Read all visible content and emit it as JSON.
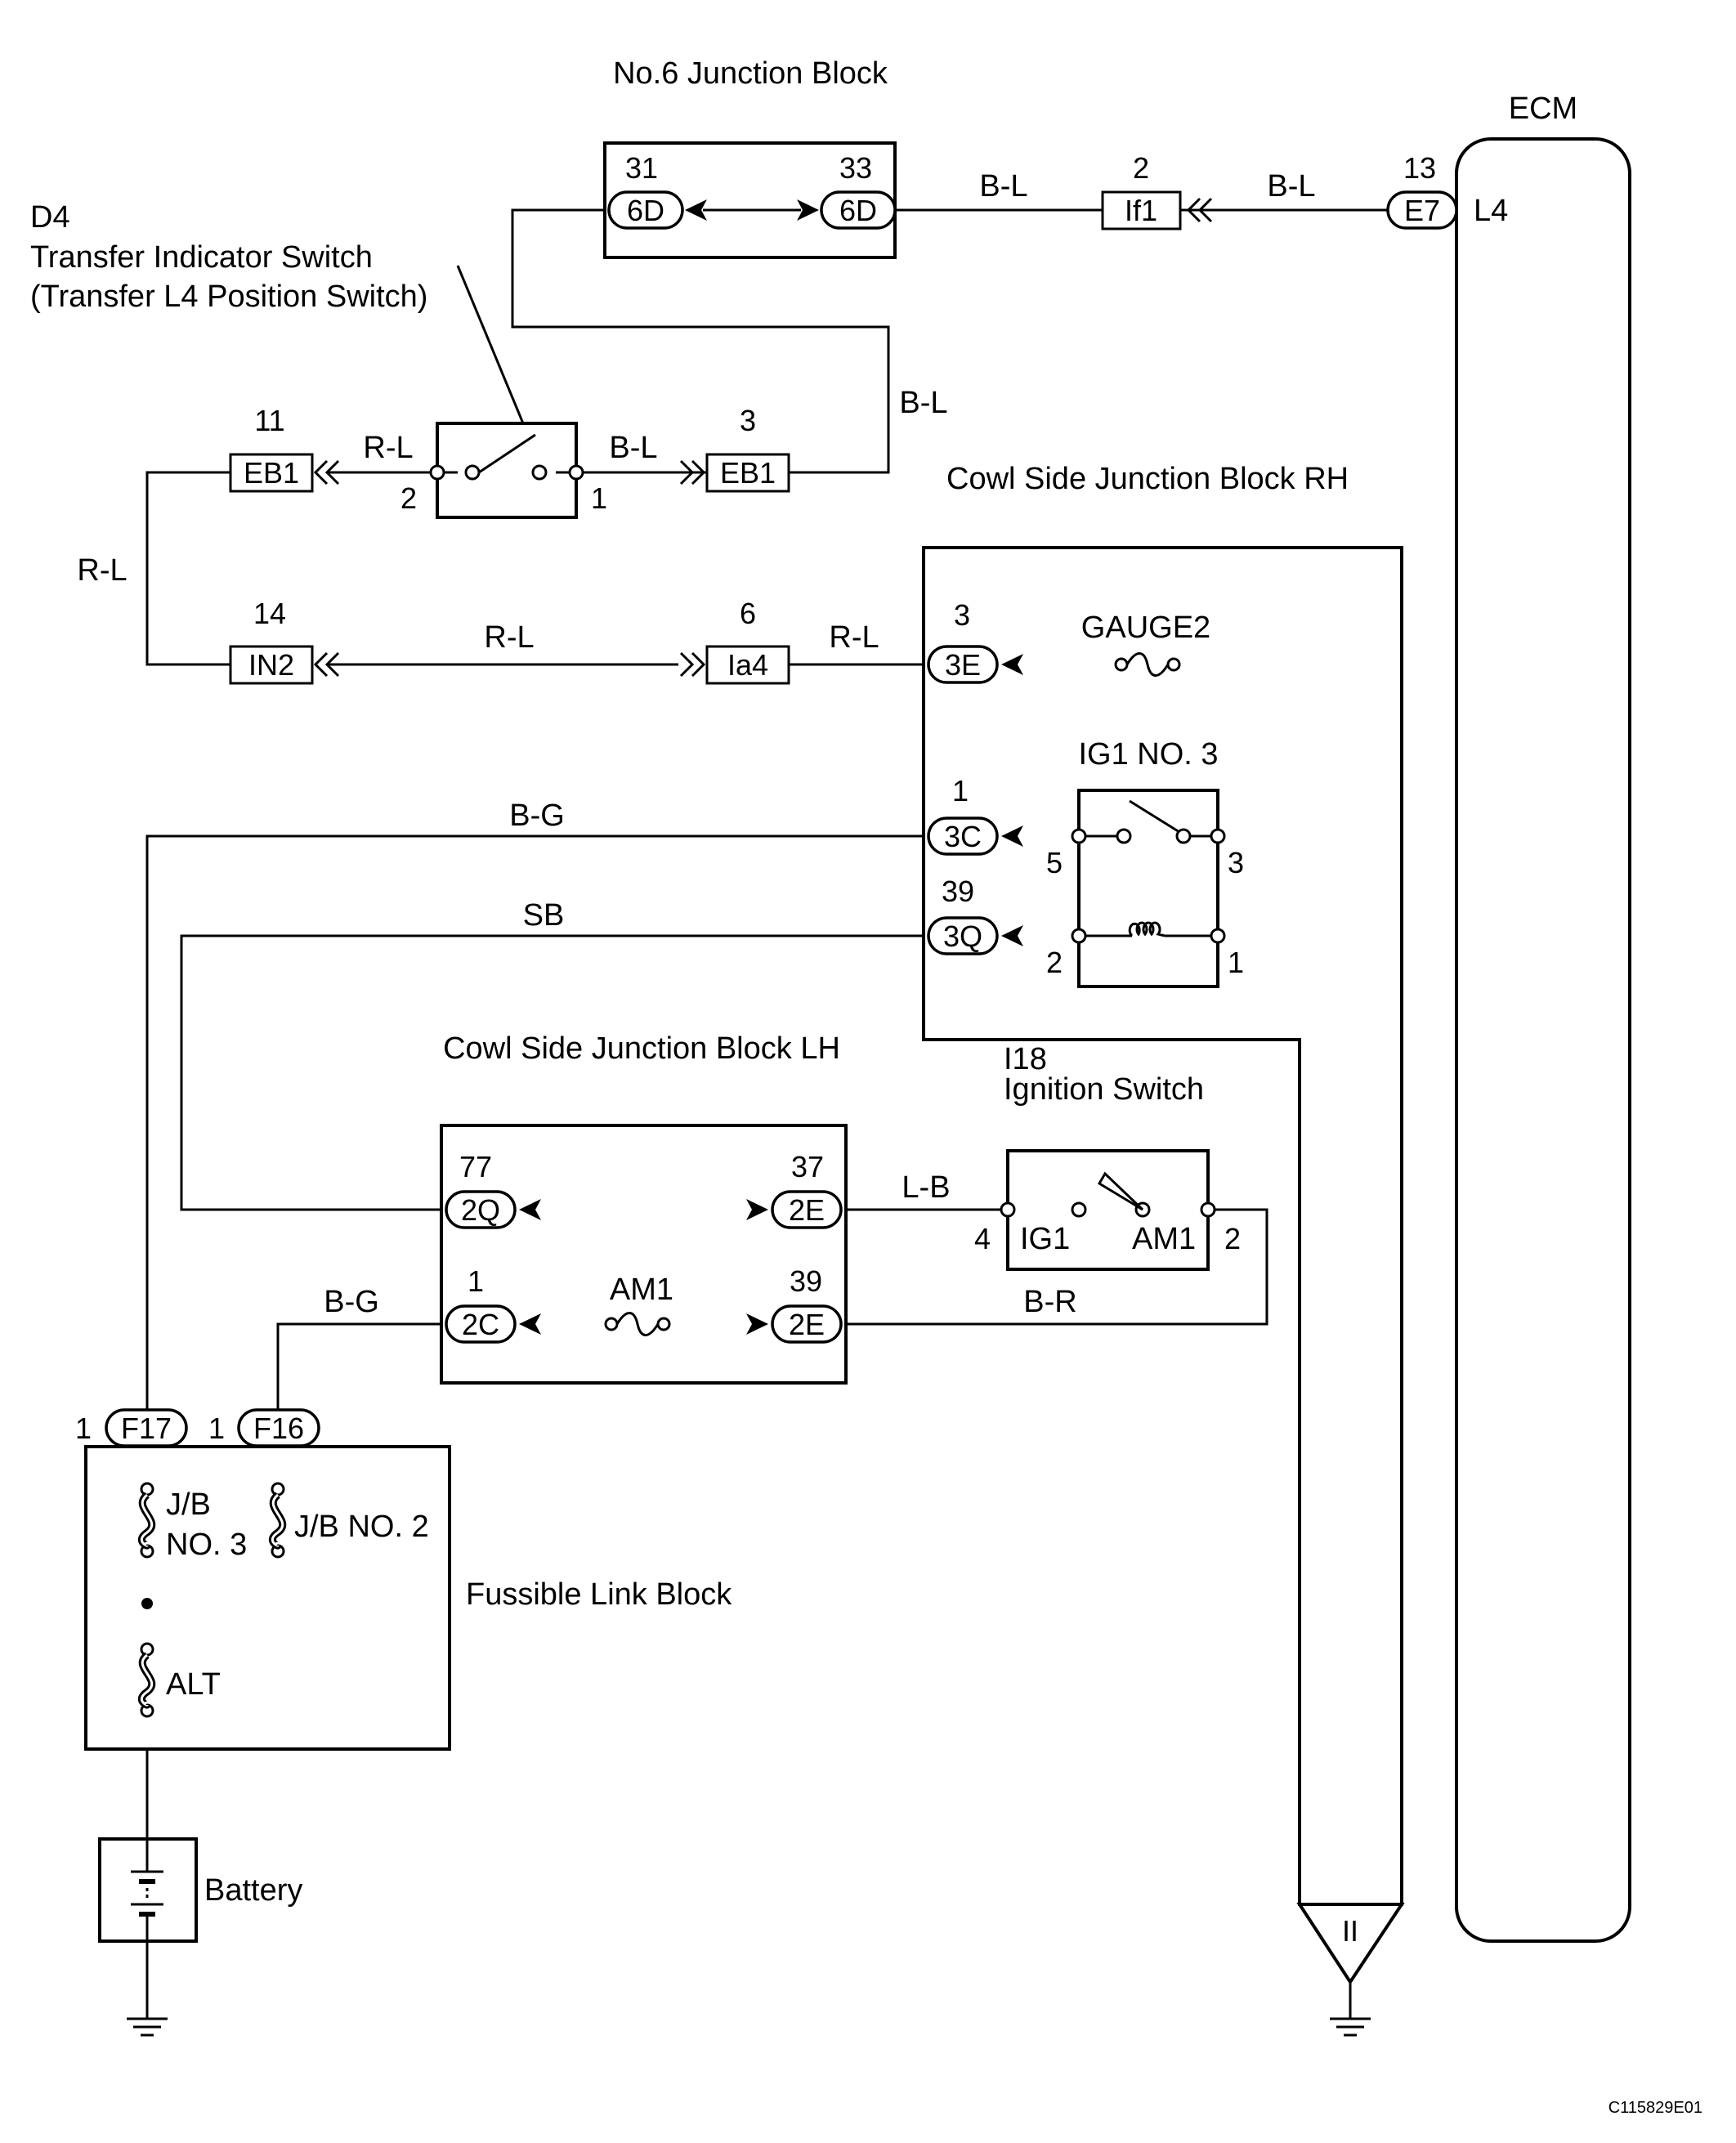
{
  "components": {
    "jb6_title": "No.6 Junction Block",
    "ecm_title": "ECM",
    "ecm_pin": "L4",
    "d4_id": "D4",
    "d4_name": "Transfer Indicator Switch",
    "d4_sub": "(Transfer L4 Position Switch)",
    "cowl_rh": "Cowl Side Junction Block RH",
    "cowl_lh": "Cowl Side Junction Block LH",
    "i18_id": "I18",
    "i18_name": "Ignition Switch",
    "fuse_block": "Fussible Link Block",
    "battery": "Battery",
    "gauge2": "GAUGE2",
    "ig1no3": "IG1 NO. 3",
    "am1_fuse": "AM1",
    "jb3_a": "J/B",
    "jb3_b": "NO. 3",
    "jb2": "J/B NO. 2",
    "alt": "ALT",
    "sw_ig1": "IG1",
    "sw_am1": "AM1",
    "ground_code": "II"
  },
  "connectors": {
    "c6d_a": "6D",
    "c6d_b": "6D",
    "if1": "If1",
    "e7": "E7",
    "eb1_a": "EB1",
    "eb1_b": "EB1",
    "in2": "IN2",
    "ia4": "Ia4",
    "c3e": "3E",
    "c3c": "3C",
    "c3q": "3Q",
    "c2q": "2Q",
    "c2e_a": "2E",
    "c2c": "2C",
    "c2e_b": "2E",
    "f17": "F17",
    "f16": "F16"
  },
  "pins": {
    "p31": "31",
    "p33": "33",
    "p2_if1": "2",
    "p13": "13",
    "p11": "11",
    "p3_eb1": "3",
    "p14": "14",
    "p6": "6",
    "p3_3e": "3",
    "p1_3c": "1",
    "p39_3q": "39",
    "sw_2": "2",
    "sw_1": "1",
    "relay_5": "5",
    "relay_3": "3",
    "relay_2": "2",
    "relay_1": "1",
    "p77": "77",
    "p37": "37",
    "p1_2c": "1",
    "p39_2e": "39",
    "ign_4": "4",
    "ign_2": "2",
    "f17_pin": "1",
    "f16_pin": "1"
  },
  "wires": {
    "w_bl1": "B-L",
    "w_bl2": "B-L",
    "w_bl3": "B-L",
    "w_bl4": "B-L",
    "w_rl1": "R-L",
    "w_rl2": "R-L",
    "w_rl3": "R-L",
    "w_rl4": "R-L",
    "w_bg1": "B-G",
    "w_sb": "SB",
    "w_lb": "L-B",
    "w_bg2": "B-G",
    "w_br": "B-R"
  },
  "figure_code": "C115829E01"
}
